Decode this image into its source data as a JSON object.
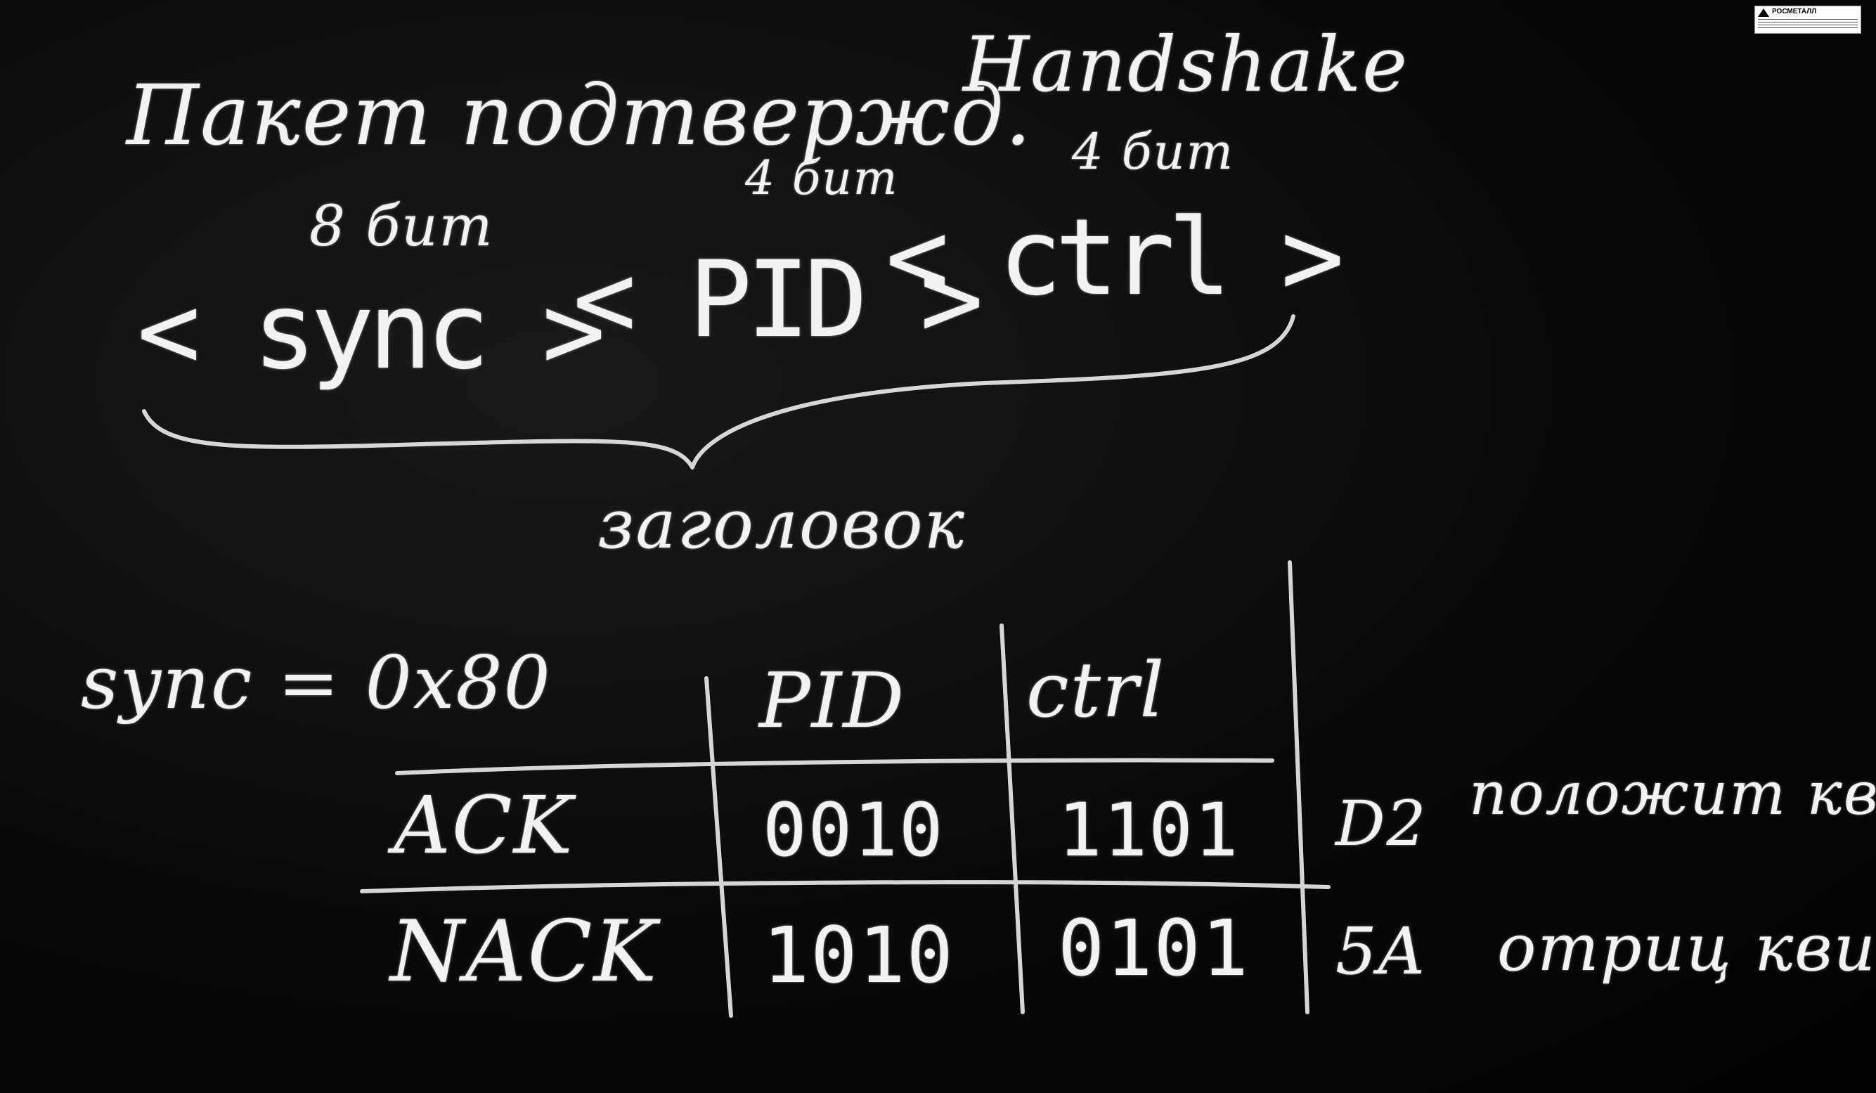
{
  "board": {
    "title_ru": "Пакет подтвержд.",
    "title_en": "Handshake",
    "bits_sync": "8 бит",
    "bits_pid": "4 бит",
    "bits_ctrl": "4 бит",
    "header_sync": "< sync >",
    "header_pid": "< PID >",
    "header_ctrl": "< ctrl >",
    "brace_label": "заголовок",
    "sync_value": "sync = 0x80"
  },
  "table": {
    "columns": [
      "PID",
      "ctrl"
    ],
    "rows": [
      {
        "name": "ACK",
        "pid": "0010",
        "ctrl": "1101",
        "hex": "D2",
        "note": "положит квит"
      },
      {
        "name": "NACK",
        "pid": "1010",
        "ctrl": "0101",
        "hex": "5A",
        "note": "отриц квит"
      }
    ]
  },
  "logo": {
    "brand": "РОСМЕТАЛЛ"
  },
  "colors": {
    "board": "#050505",
    "chalk": "#f2f2f2"
  }
}
